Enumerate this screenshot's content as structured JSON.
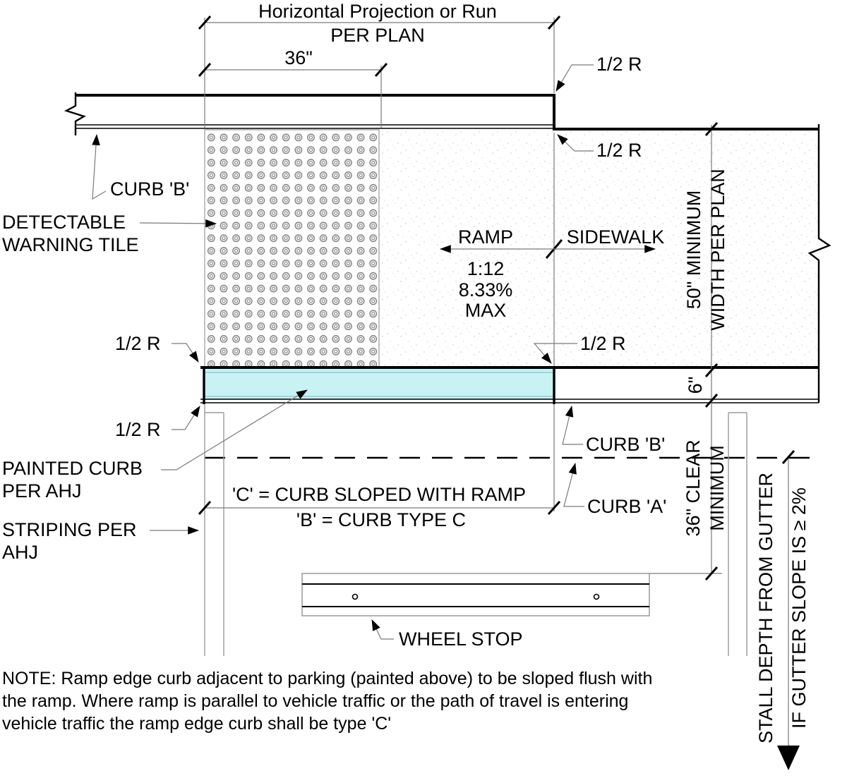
{
  "top_dimension": {
    "label_line1": "Horizontal Projection or Run",
    "label_line2": "PER PLAN",
    "tile_width": "36\""
  },
  "vertical_dimensions": {
    "width_min_line1": "50\" MINIMUM",
    "width_min_line2": "WIDTH PER PLAN",
    "curb_height": "6\"",
    "clear_min_line1": "36\" CLEAR",
    "clear_min_line2": "MINIMUM"
  },
  "stall_dimension": {
    "line1": "STALL DEPTH FROM GUTTER",
    "line2": "IF GUTTER SLOPE IS ≥ 2%"
  },
  "callouts": {
    "curb_b": "CURB 'B'",
    "curb_a": "CURB 'A'",
    "half_radius": "1/2 R",
    "detectable_line1": "DETECTABLE",
    "detectable_line2": "WARNING TILE",
    "painted_curb_line1": "PAINTED CURB",
    "painted_curb_line2": "PER AHJ",
    "striping_line1": "STRIPING PER",
    "striping_line2": "AHJ",
    "wheel_stop": "WHEEL STOP"
  },
  "ramp": {
    "label": "RAMP",
    "slope_ratio": "1:12",
    "slope_percent": "8.33%",
    "slope_max": "MAX"
  },
  "sidewalk": {
    "label": "SIDEWALK"
  },
  "curb_legend": {
    "line1": "'C' = CURB SLOPED WITH RAMP",
    "line2": "'B' = CURB TYPE C"
  },
  "note": {
    "line1": "NOTE: Ramp edge curb adjacent to parking (painted above) to be sloped flush with",
    "line2": "the ramp. Where ramp is parallel to vehicle traffic or the path of travel is entering",
    "line3": "vehicle traffic the ramp edge curb shall be type 'C'"
  },
  "colors": {
    "painted_curb": "#C9F2F4",
    "object_line": "#000000",
    "dimension_line": "#7a7a7a",
    "tile_dot": "#7d7d7d",
    "stipple_dot": "#d4d4d4"
  }
}
